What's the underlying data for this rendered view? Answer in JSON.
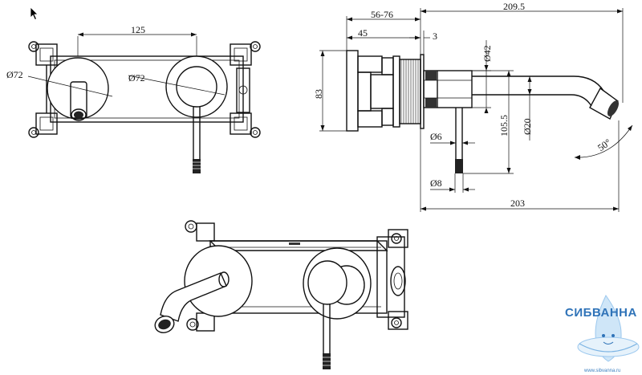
{
  "dimensions": {
    "d_125": "125",
    "d_dia72_left": "Ø72",
    "d_dia72_right": "Ø72",
    "d_56_76": "56-76",
    "d_45": "45",
    "d_3": "3",
    "d_209_5": "209.5",
    "d_83": "83",
    "d_dia42": "Ø42",
    "d_105_5": "105.5",
    "d_dia20": "Ø20",
    "d_50deg": "50°",
    "d_dia6": "Ø6",
    "d_dia8": "Ø8",
    "d_203": "203"
  },
  "logo": {
    "name": "СИБВАННА",
    "url": "www.sibvanna.ru"
  },
  "colors": {
    "line": "#111111",
    "logo_blue": "#2f73b8",
    "logo_light": "#9cc8ee"
  },
  "icons": {
    "cursor": "mouse-pointer-icon"
  }
}
